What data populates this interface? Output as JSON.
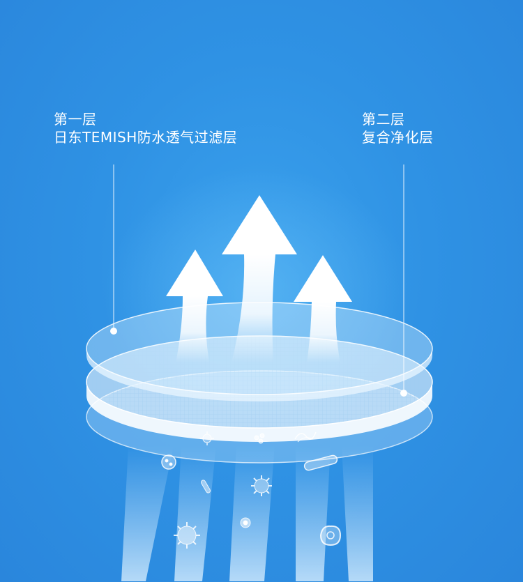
{
  "layer_one": {
    "heading": "第一层",
    "name": "日东TEMISH防水透气过滤层"
  },
  "layer_two": {
    "heading": "第二层",
    "name": "复合净化层"
  },
  "colors": {
    "background": "#2f90e3",
    "text": "#ffffff"
  }
}
